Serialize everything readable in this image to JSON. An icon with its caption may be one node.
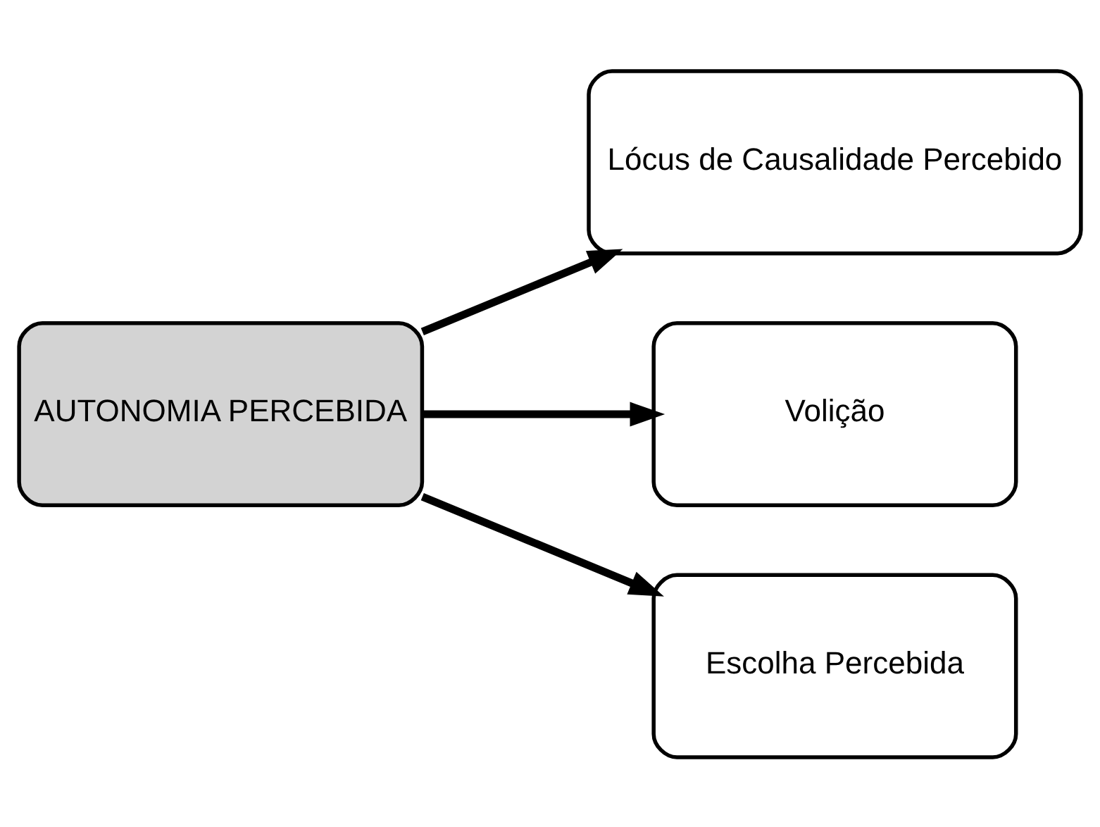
{
  "diagram": {
    "nodes": [
      {
        "text": [
          "AUTONOMIA PERCEBIDA"
        ]
      },
      {
        "text": [
          "Lócus de Causalidade Percebido"
        ]
      },
      {
        "text": [
          "Volição"
        ]
      },
      {
        "text": [
          "Escolha Percebida"
        ]
      }
    ],
    "edges": [
      {
        "from": 0,
        "to": 1,
        "arrow": "to"
      },
      {
        "from": 0,
        "to": 2,
        "arrow": "to"
      },
      {
        "from": 0,
        "to": 3,
        "arrow": "to"
      }
    ]
  }
}
